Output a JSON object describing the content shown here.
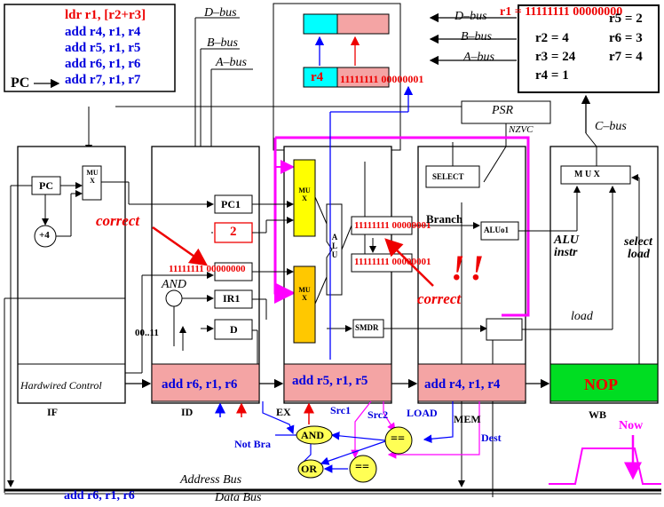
{
  "program": {
    "lines": [
      {
        "text": "ldr r1, [r2+r3]",
        "color": "#ee0000"
      },
      {
        "text": "add r4, r1, r4",
        "color": "#0000dd"
      },
      {
        "text": "add r5, r1, r5",
        "color": "#0000dd"
      },
      {
        "text": "add r6, r1, r6",
        "color": "#0000dd"
      },
      {
        "text": "add r7, r1, r7",
        "color": "#0000dd"
      }
    ],
    "pc_label": "PC"
  },
  "register_file": {
    "r1": "r1 = 11111111 00000000",
    "r5": "r5 = 2",
    "r2": "r2 = 4",
    "r6": "r6 = 3",
    "r3": "r3 = 24",
    "r7": "r7 = 4",
    "r4": "r4 = 1"
  },
  "buses": {
    "d_bus": "D–bus",
    "b_bus": "B–bus",
    "a_bus": "A–bus",
    "c_bus": "C–bus",
    "address_bus": "Address Bus",
    "data_bus": "Data Bus",
    "data_bus_instr": "add r6, r1, r6"
  },
  "register_write": {
    "reg_name": "r4",
    "value": "11111111 00000001"
  },
  "psr": {
    "label": "PSR",
    "flags": "NZVC"
  },
  "blocks": {
    "mux": "MUX",
    "mux_v": "M U X",
    "alu": "ALU",
    "pc": "PC",
    "plus4": "+4",
    "pc1": "PC1",
    "two": "2",
    "ir1": "IR1",
    "d": "D",
    "smdr": "SMDR",
    "select": "SELECT",
    "aluo1": "ALUo1",
    "and": "AND",
    "bits": "00..11",
    "hardwired": "Hardwired Control"
  },
  "values": {
    "id_value": "11111111 00000000",
    "ex_value1": "11111111 00000001",
    "ex_value2": "11111111 00000001"
  },
  "annotations": {
    "correct1": "correct",
    "correct2": "correct",
    "exclaim": "!!",
    "branch": "Branch",
    "alu_instr_1": "ALU",
    "alu_instr_2": "instr",
    "select_load_1": "select",
    "select_load_2": "load",
    "load": "load",
    "now": "Now"
  },
  "stages": {
    "if": "IF",
    "id": "ID",
    "ex": "EX",
    "mem": "MEM",
    "wb": "WB"
  },
  "pipeline": {
    "id_instr": "add r6, r1, r6",
    "ex_instr": "add r5, r1, r5",
    "mem_instr": "add r4, r1, r4",
    "wb_instr": "NOP"
  },
  "control": {
    "not_bra": "Not Bra",
    "src1": "Src1",
    "src2": "Src2",
    "load": "LOAD",
    "dest": "Dest",
    "and_gate": "AND",
    "or_gate": "OR",
    "eq1": "==",
    "eq2": "=="
  },
  "colors": {
    "pipe_reg": "#f4a4a4",
    "wb_reg": "#00dd22",
    "mux_yellow": "#ffff00",
    "mux_orange": "#ffc800",
    "gate": "#ffff55",
    "magenta": "#ff00ff",
    "blue": "#0000ff",
    "red": "#ee0000",
    "cyan": "#00ffff"
  }
}
